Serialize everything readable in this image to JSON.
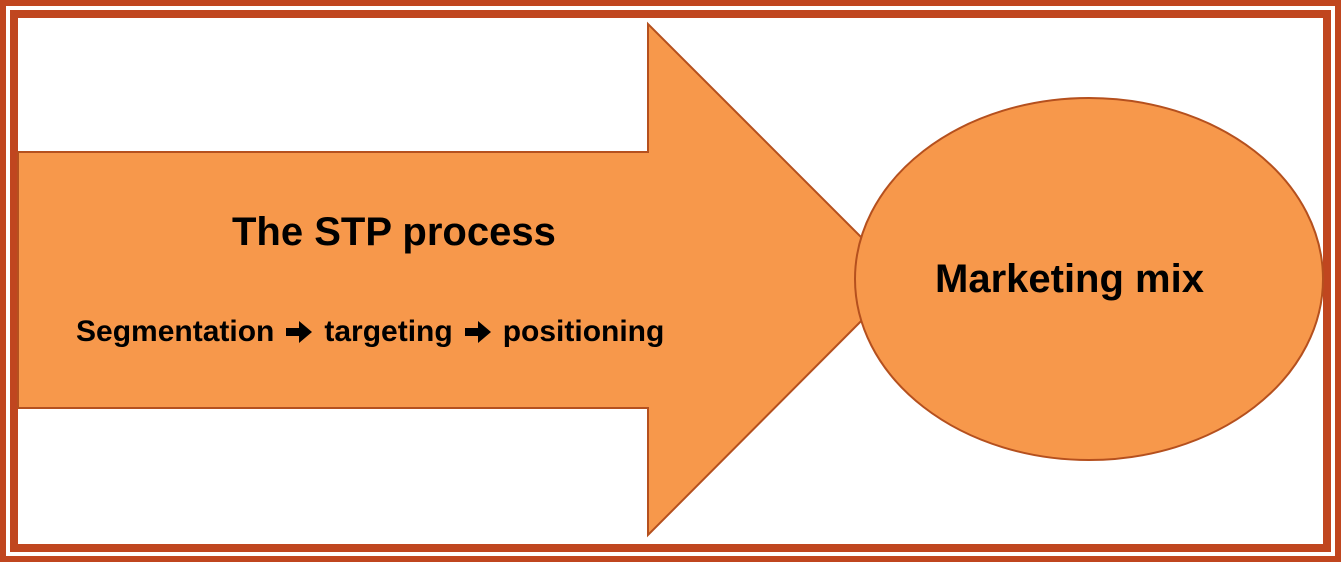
{
  "diagram": {
    "colors": {
      "shape_fill": "#f7984b",
      "shape_stroke": "#b5501e",
      "frame": "#c0461f",
      "text": "#000000"
    },
    "arrow": {
      "title": "The STP process",
      "steps": [
        "Segmentation",
        "targeting",
        "positioning"
      ],
      "step_separator_icon": "right-arrow-icon"
    },
    "ellipse": {
      "label": "Marketing mix"
    }
  }
}
